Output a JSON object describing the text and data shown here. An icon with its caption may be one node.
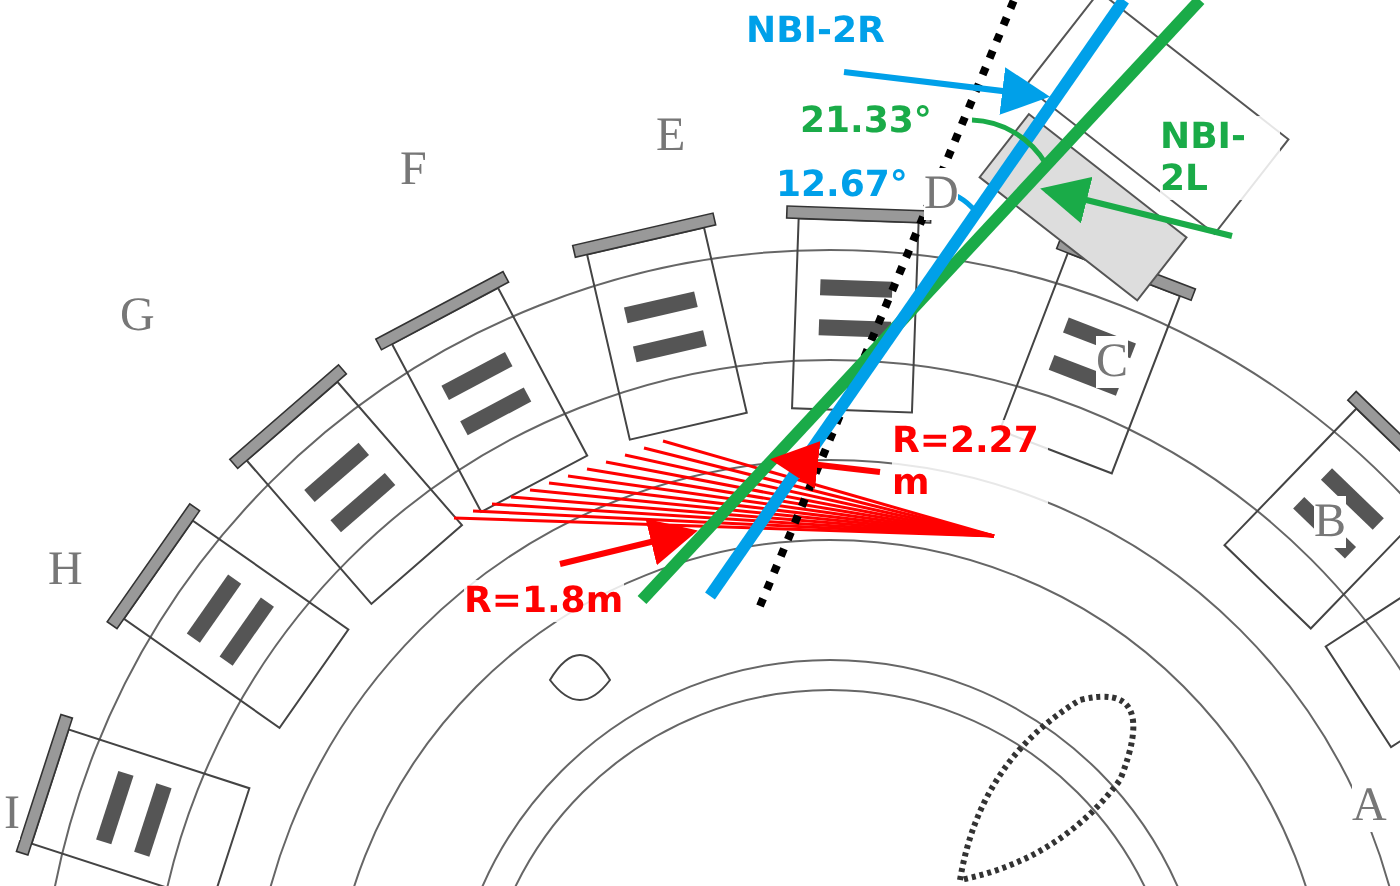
{
  "diagram": {
    "nodes": [
      {
        "text": [
          "NBI-2R"
        ]
      },
      {
        "text": [
          "NBI- 2L"
        ]
      },
      {
        "text": [
          "R=2.27 m"
        ]
      },
      {
        "text": [
          "R=1.8m"
        ]
      }
    ],
    "edges": [
      {
        "from": 0,
        "to": null,
        "arrow": "to",
        "color": "#00a0e9"
      },
      {
        "from": 1,
        "to": null,
        "arrow": "to",
        "color": "#1aab48"
      },
      {
        "from": 2,
        "to": null,
        "arrow": "to",
        "color": "#ff0000"
      },
      {
        "from": 3,
        "to": null,
        "arrow": "to",
        "color": "#ff0000"
      }
    ],
    "labels": [
      "21.33°",
      "12.67°",
      "E",
      "F",
      "D",
      "G",
      "C",
      "B",
      "H",
      "I",
      "A"
    ]
  }
}
